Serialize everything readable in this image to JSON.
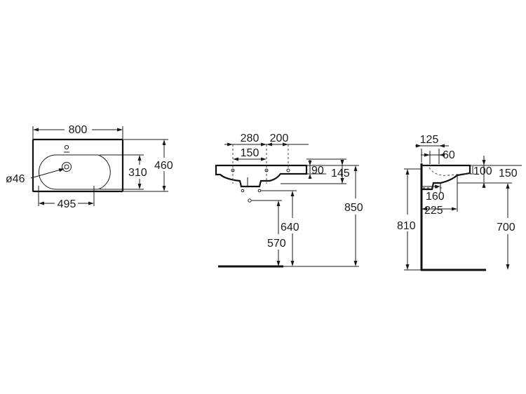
{
  "colors": {
    "line": "#1a1a1a",
    "background": "#ffffff"
  },
  "top_view": {
    "width": "800",
    "depth": "460",
    "bowl_depth": "310",
    "bowl_width": "495",
    "drain": "ø46"
  },
  "front_view": {
    "tap_hole_spacing_a": "280",
    "tap_hole_spacing_b": "200",
    "tap_hole_spacing_c": "150",
    "rim_height_a": "90",
    "rim_height_b": "145",
    "total_height": "850",
    "waste_height": "640",
    "supply_height": "570"
  },
  "side_view": {
    "projection_a": "125",
    "projection_b": "60",
    "rim_height_a": "100",
    "rim_height_b": "150",
    "bowl_offset_a": "160",
    "bowl_offset_b": "225",
    "wall_height": "810",
    "underside_height": "700"
  }
}
